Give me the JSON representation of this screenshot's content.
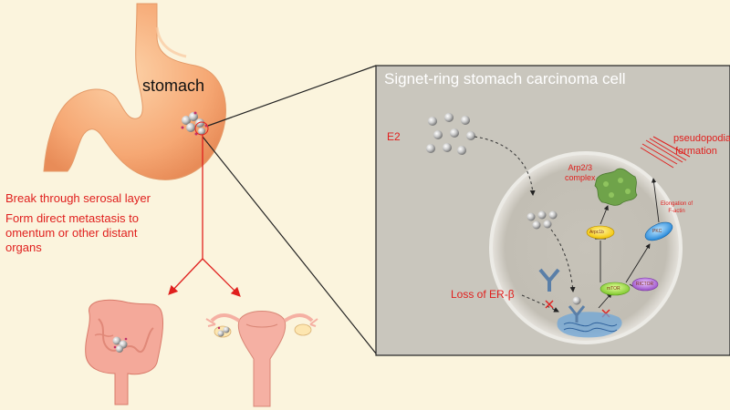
{
  "labels": {
    "stomach": "stomach",
    "break_through": "Break through serosal layer",
    "form_metastasis": [
      "Form direct metastasis to",
      "omentum or other distant",
      "organs"
    ],
    "panel_title": "Signet-ring stomach carcinoma cell",
    "e2": "E2",
    "arp23": [
      "Arp2/3",
      "complex"
    ],
    "pseudopodia": [
      "pseudopodia",
      "formation"
    ],
    "elongation": [
      "Elongation of",
      "F-actin"
    ],
    "loss_er": "Loss of ER-β",
    "arpc1b": "Arpc1b",
    "mtor": "mTOR",
    "rictor": "RICTOR",
    "pkc": "PKC"
  },
  "colors": {
    "background": "#fbf4dd",
    "label_red": "#e0201e",
    "panel_bg": "#c9c6be",
    "stomach_orange": "#f7b07e",
    "organ_pink": "#f5b0a3"
  }
}
